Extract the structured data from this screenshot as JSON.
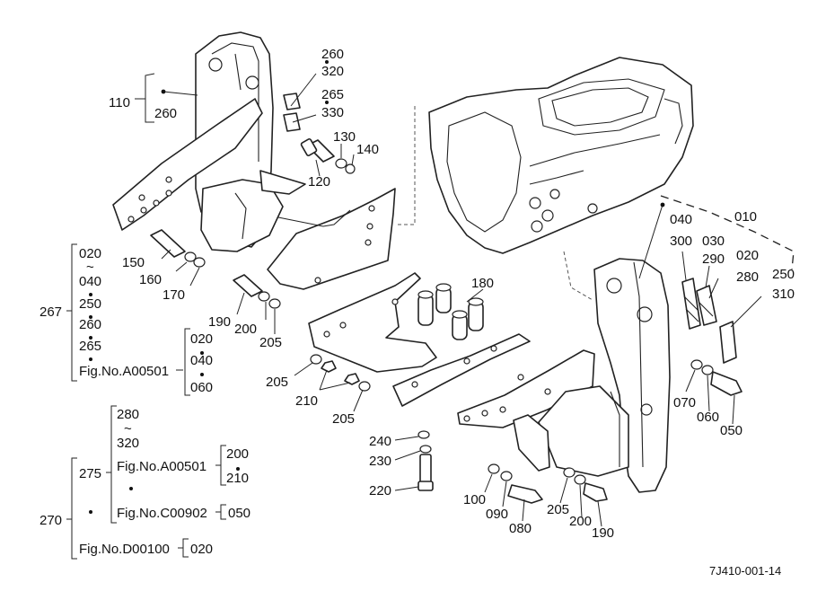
{
  "callouts": {
    "c110": "110",
    "c260a": "260",
    "c260b": "260",
    "c320a": "320",
    "c265a": "265",
    "c330": "330",
    "c130": "130",
    "c140": "140",
    "c120": "120",
    "c150": "150",
    "c160": "160",
    "c170": "170",
    "c190a": "190",
    "c200a": "200",
    "c205a": "205",
    "c180": "180",
    "c205b": "205",
    "c210a": "210",
    "c205c": "205",
    "c240": "240",
    "c230": "230",
    "c220": "220",
    "c100": "100",
    "c090": "090",
    "c080": "080",
    "c205d": "205",
    "c200b": "200",
    "c190b": "190",
    "c010": "010",
    "c040a": "040",
    "c300": "300",
    "c030": "030",
    "c290": "290",
    "c020a": "020",
    "c280a": "280",
    "c250a": "250",
    "c310": "310",
    "c070": "070",
    "c060a": "060",
    "c050a": "050"
  },
  "groups": {
    "g267": {
      "id": "267",
      "l1": "020",
      "tilde": "~",
      "l2": "040",
      "l3": "250",
      "l4": "260",
      "l5": "265",
      "fig": "Fig.No.A00501",
      "sub1": "020",
      "sub2": "040",
      "sub3": "060"
    },
    "g270": {
      "id": "270",
      "id275": "275",
      "a1": "280",
      "tilde": "~",
      "a2": "320",
      "figA": "Fig.No.A00501",
      "figA_sub1": "200",
      "figA_sub2": "210",
      "figC": "Fig.No.C00902",
      "figC_sub": "050",
      "figD": "Fig.No.D00100",
      "figD_sub": "020"
    }
  },
  "ref_code": "7J410-001-14"
}
